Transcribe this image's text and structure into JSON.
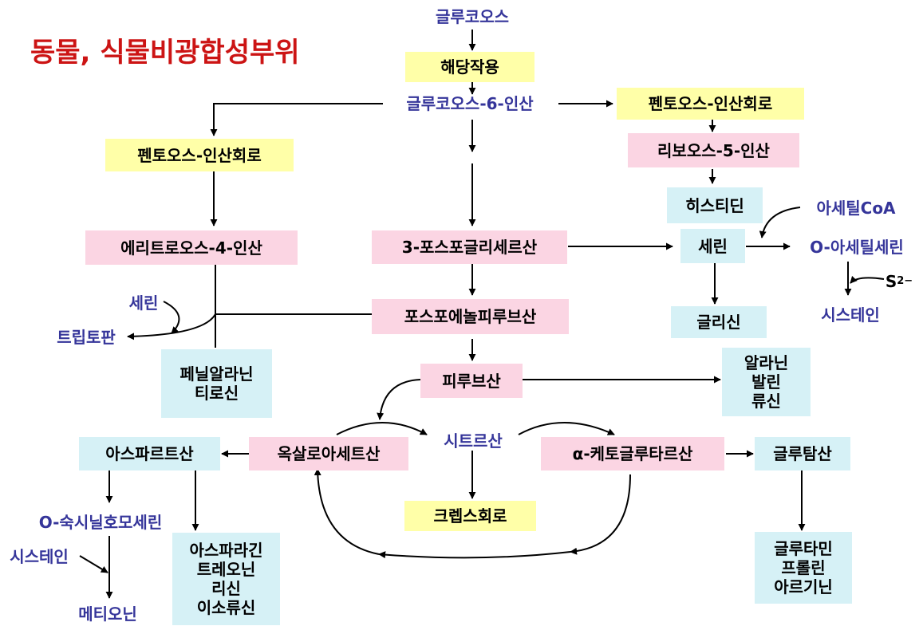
{
  "title": "동물, 식물비광합성부위",
  "nodes": {
    "glucose": "글루코오스",
    "glycolysis": "해당작용",
    "g6p": "글루코오스-6-인산",
    "ppp_right": "펜토오스-인산회로",
    "r5p": "리보오스-5-인산",
    "histidine": "히스티딘",
    "ppp_left": "펜토오스-인산회로",
    "e4p": "에리트로오스-4-인산",
    "pga": "3-포스포글리세르산",
    "serine_box": "세린",
    "acetyl_coa": "아세틸CoA",
    "o_acetylserine": "O-아세틸세린",
    "sulfide_base": "S",
    "sulfide_charge": "2−",
    "cysteine_right": "시스테인",
    "glycine": "글리신",
    "pep": "포스포에놀피루브산",
    "serine_side": "세린",
    "tryptophan": "트립토판",
    "phenylalanine": "페닐알라닌",
    "tyrosine": "티로신",
    "pyruvate": "피루브산",
    "alanine": "알라닌",
    "valine": "발린",
    "leucine": "류신",
    "oxaloacetate": "옥살로아세트산",
    "citrate": "시트르산",
    "akg": "α-케토글루타르산",
    "glutamate": "글루탐산",
    "aspartate": "아스파르트산",
    "krebs": "크렙스회로",
    "o_succinylhomoserine": "O-숙시닐호모세린",
    "cysteine_left": "시스테인",
    "methionine": "메티오닌",
    "asparagine": "아스파라긴",
    "threonine": "트레오닌",
    "lysine": "리신",
    "isoleucine": "이소류신",
    "glutamine": "글루타민",
    "proline": "프롤린",
    "arginine": "아르기닌"
  }
}
